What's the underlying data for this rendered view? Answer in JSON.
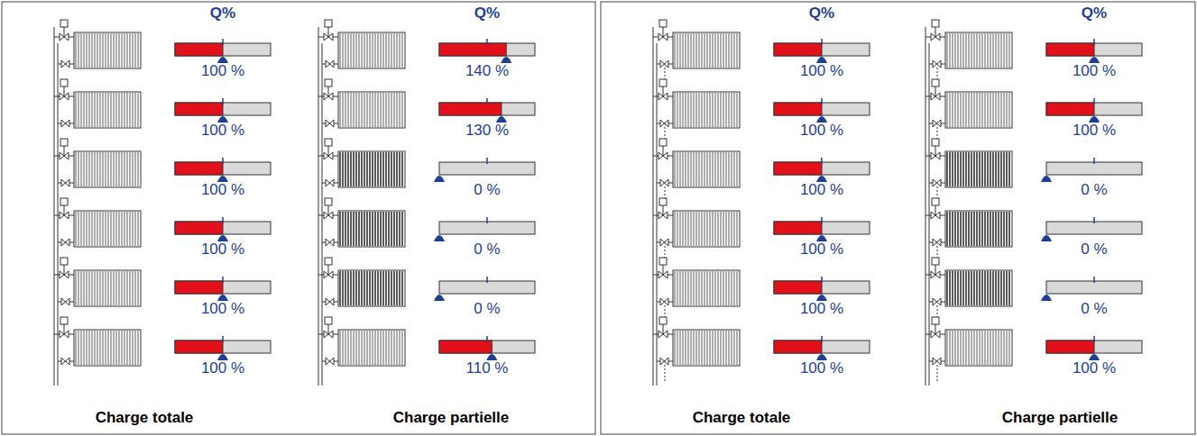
{
  "diagram": {
    "labels": [
      "Q%",
      "Q%",
      "100 %",
      "140 %",
      "100 %",
      "130 %",
      "100 %",
      "0 %",
      "100 %",
      "0 %",
      "100 %",
      "0 %",
      "100 %",
      "110 %",
      "Charge totale",
      "Charge partielle",
      "Q%",
      "Q%",
      "100 %",
      "100 %",
      "100 %",
      "100 %",
      "100 %",
      "0 %",
      "100 %",
      "0 %",
      "100 %",
      "0 %",
      "100 %",
      "100 %",
      "Charge totale",
      "Charge partielle"
    ]
  }
}
